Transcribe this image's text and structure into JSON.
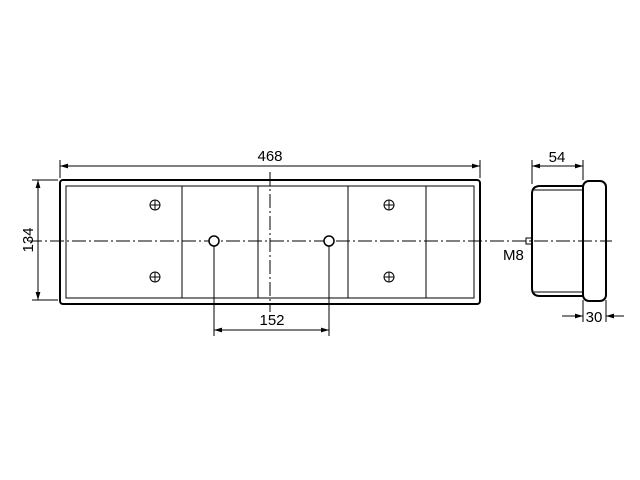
{
  "dimensions": {
    "overall_length": "468",
    "height": "134",
    "mount_spacing": "152",
    "depth": "54",
    "lens_depth": "30",
    "thread": "M8"
  },
  "colors": {
    "line": "#000000",
    "background": "#ffffff"
  }
}
